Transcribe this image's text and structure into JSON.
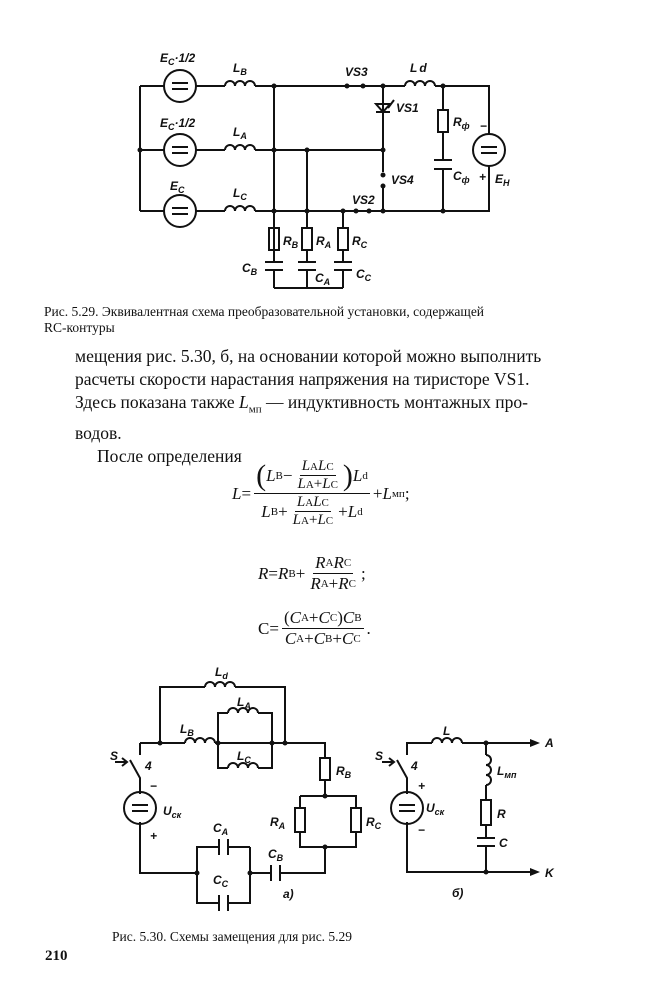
{
  "fig529": {
    "src_b": [
      "E",
      "C",
      "·1/2"
    ],
    "src_a": [
      "E",
      "C",
      "·1/2"
    ],
    "src_c": [
      "E",
      "C"
    ],
    "LB": [
      "L",
      "B"
    ],
    "LA": [
      "L",
      "A"
    ],
    "LC": [
      "L",
      "C"
    ],
    "Ld": [
      "L",
      "d"
    ],
    "VS3": "VS3",
    "VS1": "VS1",
    "VS4": "VS4",
    "VS2": "VS2",
    "Rf": [
      "R",
      "ф"
    ],
    "Cf": [
      "C",
      "ф"
    ],
    "EH": [
      "E",
      "H"
    ],
    "RB": [
      "R",
      "B"
    ],
    "RA": [
      "R",
      "A"
    ],
    "RC": [
      "R",
      "C"
    ],
    "CB": [
      "C",
      "B"
    ],
    "CA": [
      "C",
      "A"
    ],
    "CC": [
      "C",
      "C"
    ],
    "minus": "−",
    "plus": "+",
    "caption_prefix": "Рис. 5.29.",
    "caption": "Эквивалентная схема преобразовательной установки, содержащей",
    "caption_2": "RC-контуры"
  },
  "body": {
    "line1": "мещения рис. 5.30, б, на основании которой можно выполнить",
    "line2": "расчеты скорости нарастания напряжения на тиристоре VS1.",
    "line3a": "Здесь показана также ",
    "line3_L": "L",
    "line3_sub": "мп",
    "line3b": " — индуктивность монтажных про-",
    "line4": "водов.",
    "line5": "После определения"
  },
  "f": {
    "L": "L",
    "R": "R",
    "C": "C",
    "B": "B",
    "A": "A",
    "Cc": "C",
    "d": "d",
    "mn": "мп",
    "eq": "=",
    "plus": "+",
    "minus": "−",
    "semi": ";",
    "dot": ".",
    "lp": "(",
    "rp": ")"
  },
  "fig530": {
    "a": {
      "Ld": [
        "L",
        "d"
      ],
      "LA": [
        "L",
        "A"
      ],
      "LB": [
        "L",
        "B"
      ],
      "LC": [
        "L",
        "C"
      ],
      "RB": [
        "R",
        "B"
      ],
      "RA": [
        "R",
        "A"
      ],
      "RC": [
        "R",
        "C"
      ],
      "CA": [
        "C",
        "A"
      ],
      "CC": [
        "C",
        "C"
      ],
      "CB": [
        "C",
        "B"
      ],
      "S": "S",
      "n4": "4",
      "U": [
        "U",
        "ск"
      ],
      "minus": "−",
      "plus": "+",
      "tag": "а)"
    },
    "b": {
      "L": "L",
      "Lmp": [
        "L",
        "мп"
      ],
      "R": "R",
      "C": "C",
      "A": "A",
      "K": "K",
      "S": "S",
      "n4": "4",
      "U": [
        "U",
        "ск"
      ],
      "plus": "+",
      "minus": "−",
      "tag": "б)"
    },
    "caption": "Рис. 5.30. Схемы замещения для рис. 5.29"
  },
  "page_number": "210"
}
